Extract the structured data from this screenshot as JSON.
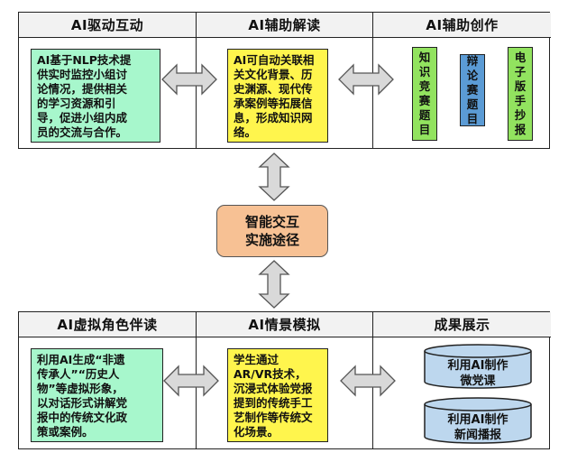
{
  "top_section": {
    "headers": [
      "AI驱动互动",
      "AI辅助解读",
      "AI辅助创作"
    ],
    "nlp_text": "AI基于NLP技术提\n供实时监控小组讨\n论情况，提供相关\n的学习资源和引\n导，促进小组内成\n员的交流与合作。",
    "context_text": "AI可自动关联相\n关文化背景、历\n史渊源、现代传\n承案例等拓展信\n息，形成知识网\n络。",
    "creation_items": [
      "知\n识\n竞\n赛\n题\n目",
      "辩\n论\n赛\n题\n目",
      "电\n子\n版\n手\n抄\n报"
    ]
  },
  "center_node": "智能交互\n实施途径",
  "bottom_section": {
    "headers": [
      "AI虚拟角色伴读",
      "AI情景模拟",
      "成果展示"
    ],
    "avatar_text": "利用AI生成“非遗\n传承人”“历史人\n物”等虚拟形象，\n以对话形式讲解党\n报中的传统文化政\n策或案例。",
    "vr_text": "学生通过\nAR/VR技术，\n沉浸式体验党报\n提到的传统手工\n艺制作等传统文\n化场景。",
    "outcomes": [
      "利用AI制作\n微党课",
      "利用AI制作\n新闻播报"
    ]
  },
  "colors": {
    "mint": "#a7f7cc",
    "yellow": "#fff54d",
    "green": "#92e35f",
    "blue": "#5b9bd5",
    "orange": "#f7c194",
    "cylinder": "#bdd7ee",
    "header_bg": "#f2f2f2",
    "arrow_fill": "#d9d9d9"
  }
}
